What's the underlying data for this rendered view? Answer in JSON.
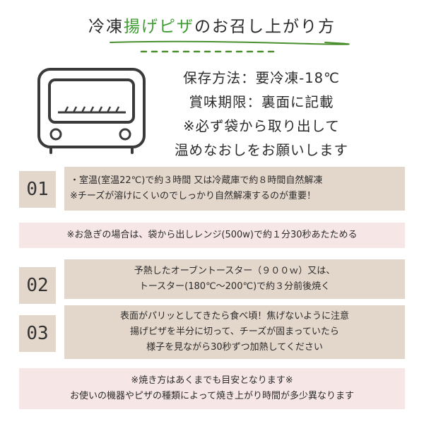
{
  "title": {
    "prefix": "冷凍",
    "accent": "揚げピザ",
    "suffix": "のお召し上がり方"
  },
  "info_lines": [
    "保存方法：要冷凍-18℃",
    "賞味期限：裏面に記載",
    "※必ず袋から取り出して",
    "温めなおしをお願いします"
  ],
  "steps": [
    {
      "number": "01",
      "lines": [
        "・室温(室温22℃)で約３時間 又は冷蔵庫で約８時間自然解凍",
        "※チーズが溶けにくいのでしっかり自然解凍するのが重要！"
      ]
    },
    {
      "number": "02",
      "lines": [
        "予熱したオーブントースター（９００ｗ）又は、",
        "トースター(180℃〜200℃)で約３分前後焼く"
      ]
    },
    {
      "number": "03",
      "lines": [
        "表面がパリッとしてきたら食べ頃！焦げないように注意",
        "揚げピザを半分に切って、チーズが固まっていたら",
        "様子を見ながら30秒ずつ加熱してください"
      ]
    }
  ],
  "microwave_note": "※お急ぎの場合は、袋から出しレンジ(500w)で約１分30秒あたためる",
  "footer_note": [
    "※焼き方はあくまでも目安となります※",
    "お使いの機器やピザの種類によって焼き上がり時間が多少異なります"
  ],
  "colors": {
    "accent": "#3d9b2f",
    "box": "#e3d6cb",
    "pink": "#f7e6e6",
    "text": "#2b2b2b"
  },
  "icons": [
    "toaster-oven-icon"
  ]
}
